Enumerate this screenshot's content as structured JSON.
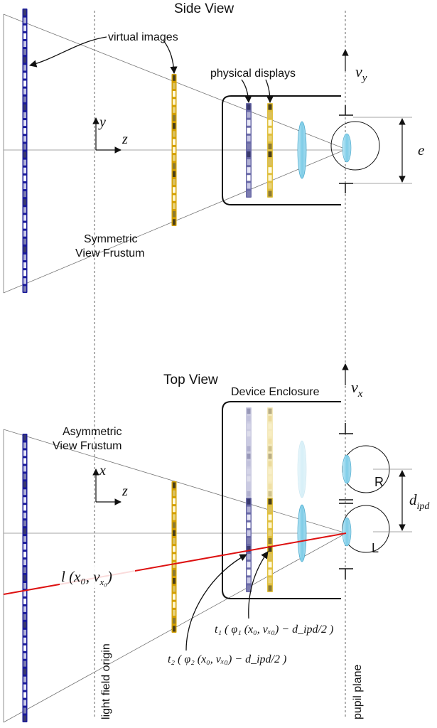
{
  "labels": {
    "side_view": "Side View",
    "top_view": "Top View",
    "virtual_images": "virtual images",
    "physical_displays": "physical displays",
    "symmetric_frustum_line1": "Symmetric",
    "symmetric_frustum_line2": "View Frustum",
    "asymmetric_frustum_line1": "Asymmetric",
    "asymmetric_frustum_line2": "View Frustum",
    "device_enclosure": "Device Enclosure",
    "light_field_origin": "light field origin",
    "pupil_plane": "pupil plane",
    "eye_right": "R",
    "eye_left": "L"
  },
  "math": {
    "axis_y": "y",
    "axis_z": "z",
    "axis_x": "x",
    "nu": "ν",
    "nu_y_sub": "y",
    "nu_x_sub": "x",
    "eye_relief": "e",
    "d": "d",
    "ipd_sub": "ipd",
    "ray_text": "l (x₀, ν",
    "ray_sub": "x₀",
    "ray_close": ")",
    "t1_eq": "t₁ ( φ₁ (x₀, νₓ₀) − d_ipd/2 )",
    "t2_eq": "t₂ ( φ₂ (x₀, νₓ₀) − d_ipd/2 )"
  },
  "colors": {
    "ray": "#dd1111",
    "far_display": "#1a1a9a",
    "near_display": "#d4a000",
    "physical_far": "#6a6aa8",
    "physical_near": "#e0c040",
    "lens": "#7fcde8"
  }
}
